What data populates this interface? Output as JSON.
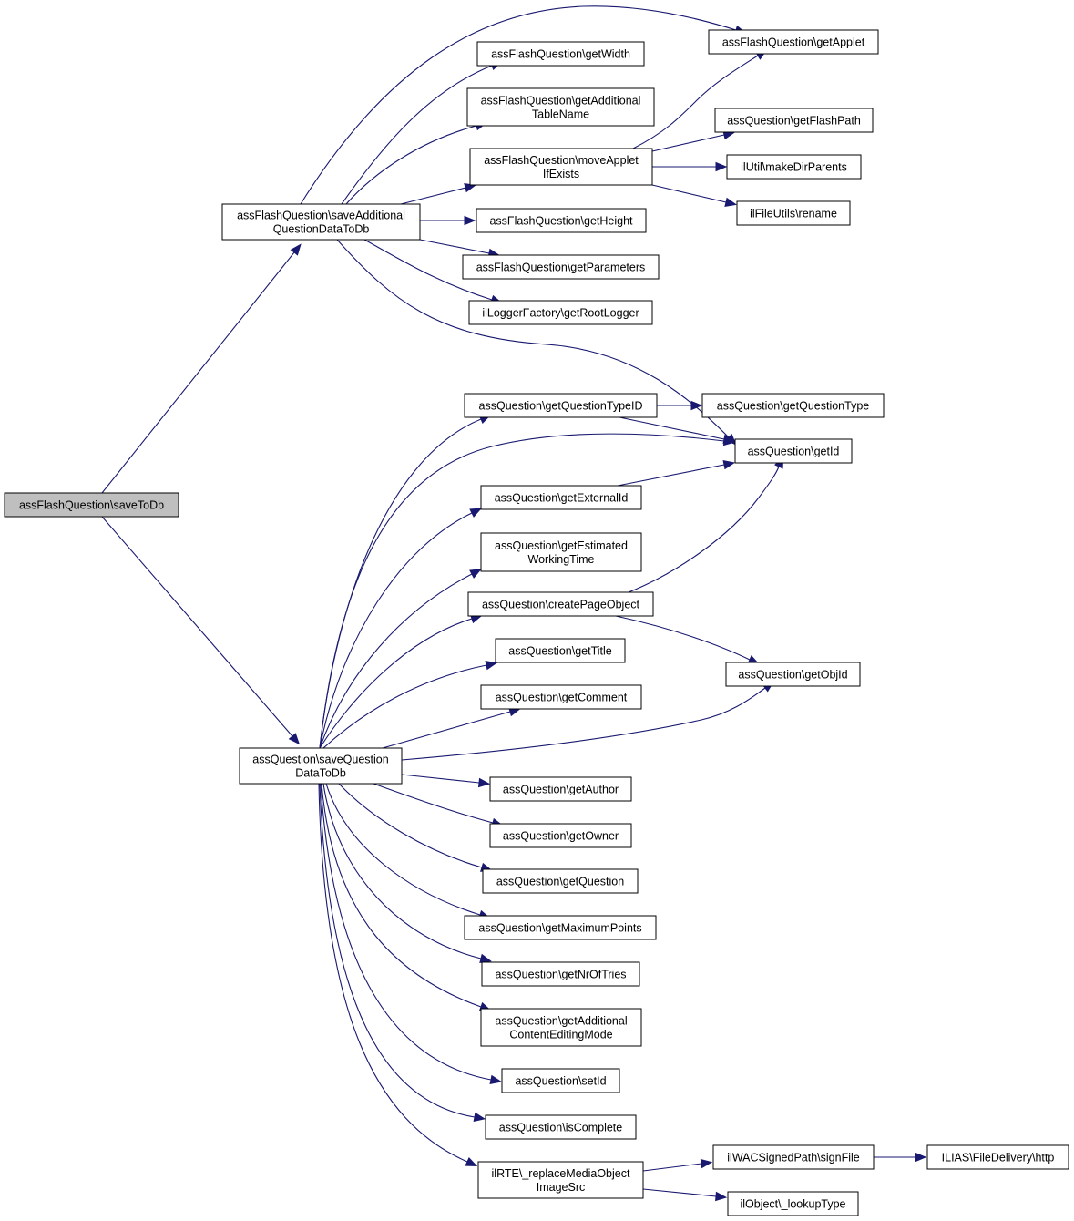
{
  "nodes": [
    {
      "id": "root",
      "lines": [
        "assFlashQuestion\\saveToDb"
      ],
      "highlight": true
    },
    {
      "id": "saveAdd",
      "lines": [
        "assFlashQuestion\\saveAdditional",
        "QuestionDataToDb"
      ]
    },
    {
      "id": "saveQ",
      "lines": [
        "assQuestion\\saveQuestion",
        "DataToDb"
      ]
    },
    {
      "id": "getApplet",
      "lines": [
        "assFlashQuestion\\getApplet"
      ]
    },
    {
      "id": "getWidth",
      "lines": [
        "assFlashQuestion\\getWidth"
      ]
    },
    {
      "id": "getAddTable",
      "lines": [
        "assFlashQuestion\\getAdditional",
        "TableName"
      ]
    },
    {
      "id": "moveApplet",
      "lines": [
        "assFlashQuestion\\moveApplet",
        "IfExists"
      ]
    },
    {
      "id": "getHeight",
      "lines": [
        "assFlashQuestion\\getHeight"
      ]
    },
    {
      "id": "getParameters",
      "lines": [
        "assFlashQuestion\\getParameters"
      ]
    },
    {
      "id": "getRootLogger",
      "lines": [
        "ilLoggerFactory\\getRootLogger"
      ]
    },
    {
      "id": "getFlashPath",
      "lines": [
        "assQuestion\\getFlashPath"
      ]
    },
    {
      "id": "makeDirParents",
      "lines": [
        "ilUtil\\makeDirParents"
      ]
    },
    {
      "id": "rename",
      "lines": [
        "ilFileUtils\\rename"
      ]
    },
    {
      "id": "getQTypeID",
      "lines": [
        "assQuestion\\getQuestionTypeID"
      ]
    },
    {
      "id": "getQType",
      "lines": [
        "assQuestion\\getQuestionType"
      ]
    },
    {
      "id": "getId",
      "lines": [
        "assQuestion\\getId"
      ]
    },
    {
      "id": "getExternalId",
      "lines": [
        "assQuestion\\getExternalId"
      ]
    },
    {
      "id": "getEstimated",
      "lines": [
        "assQuestion\\getEstimated",
        "WorkingTime"
      ]
    },
    {
      "id": "createPage",
      "lines": [
        "assQuestion\\createPageObject"
      ]
    },
    {
      "id": "getTitle",
      "lines": [
        "assQuestion\\getTitle"
      ]
    },
    {
      "id": "getObjId",
      "lines": [
        "assQuestion\\getObjId"
      ]
    },
    {
      "id": "getComment",
      "lines": [
        "assQuestion\\getComment"
      ]
    },
    {
      "id": "getAuthor",
      "lines": [
        "assQuestion\\getAuthor"
      ]
    },
    {
      "id": "getOwner",
      "lines": [
        "assQuestion\\getOwner"
      ]
    },
    {
      "id": "getQuestion",
      "lines": [
        "assQuestion\\getQuestion"
      ]
    },
    {
      "id": "getMaxPoints",
      "lines": [
        "assQuestion\\getMaximumPoints"
      ]
    },
    {
      "id": "getNrOfTries",
      "lines": [
        "assQuestion\\getNrOfTries"
      ]
    },
    {
      "id": "getAddContent",
      "lines": [
        "assQuestion\\getAdditional",
        "ContentEditingMode"
      ]
    },
    {
      "id": "setId",
      "lines": [
        "assQuestion\\setId"
      ]
    },
    {
      "id": "isComplete",
      "lines": [
        "assQuestion\\isComplete"
      ]
    },
    {
      "id": "replaceMedia",
      "lines": [
        "ilRTE\\_replaceMediaObject",
        "ImageSrc"
      ]
    },
    {
      "id": "signFile",
      "lines": [
        "ilWACSignedPath\\signFile"
      ]
    },
    {
      "id": "lookupType",
      "lines": [
        "ilObject\\_lookupType"
      ]
    },
    {
      "id": "http",
      "lines": [
        "ILIAS\\FileDelivery\\http"
      ]
    }
  ],
  "edges": [
    [
      "root",
      "saveAdd"
    ],
    [
      "root",
      "saveQ"
    ],
    [
      "saveAdd",
      "getApplet"
    ],
    [
      "saveAdd",
      "getWidth"
    ],
    [
      "saveAdd",
      "getAddTable"
    ],
    [
      "saveAdd",
      "moveApplet"
    ],
    [
      "saveAdd",
      "getHeight"
    ],
    [
      "saveAdd",
      "getParameters"
    ],
    [
      "saveAdd",
      "getRootLogger"
    ],
    [
      "saveAdd",
      "getId"
    ],
    [
      "moveApplet",
      "getApplet"
    ],
    [
      "moveApplet",
      "getFlashPath"
    ],
    [
      "moveApplet",
      "makeDirParents"
    ],
    [
      "moveApplet",
      "rename"
    ],
    [
      "saveQ",
      "getQTypeID"
    ],
    [
      "saveQ",
      "getId"
    ],
    [
      "saveQ",
      "getExternalId"
    ],
    [
      "saveQ",
      "getEstimated"
    ],
    [
      "saveQ",
      "createPage"
    ],
    [
      "saveQ",
      "getTitle"
    ],
    [
      "saveQ",
      "getComment"
    ],
    [
      "saveQ",
      "getObjId"
    ],
    [
      "saveQ",
      "getAuthor"
    ],
    [
      "saveQ",
      "getOwner"
    ],
    [
      "saveQ",
      "getQuestion"
    ],
    [
      "saveQ",
      "getMaxPoints"
    ],
    [
      "saveQ",
      "getNrOfTries"
    ],
    [
      "saveQ",
      "getAddContent"
    ],
    [
      "saveQ",
      "setId"
    ],
    [
      "saveQ",
      "isComplete"
    ],
    [
      "saveQ",
      "replaceMedia"
    ],
    [
      "getQTypeID",
      "getQType"
    ],
    [
      "getQTypeID",
      "getId"
    ],
    [
      "getExternalId",
      "getId"
    ],
    [
      "createPage",
      "getId"
    ],
    [
      "createPage",
      "getObjId"
    ],
    [
      "replaceMedia",
      "signFile"
    ],
    [
      "replaceMedia",
      "lookupType"
    ],
    [
      "signFile",
      "http"
    ]
  ]
}
